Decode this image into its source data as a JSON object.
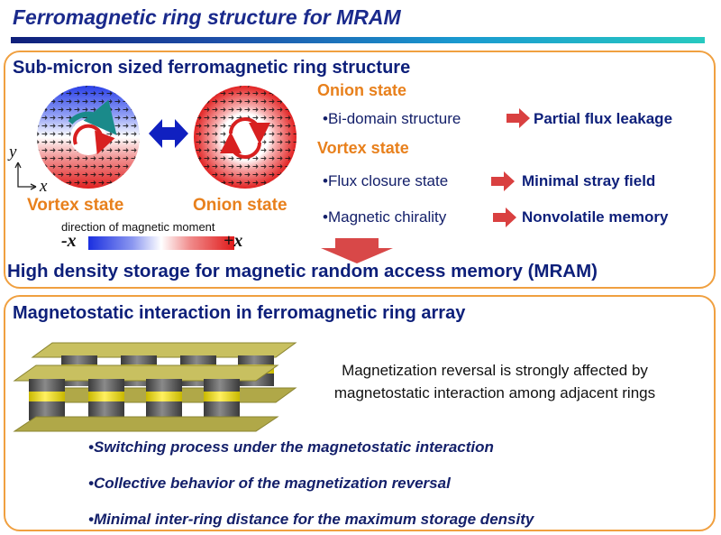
{
  "title": "Ferromagnetic ring structure for MRAM",
  "top": {
    "heading": "Sub-micron sized ferromagnetic ring structure",
    "axis_y": "y",
    "axis_x": "x",
    "vortex_label": "Vortex state",
    "onion_label": "Onion state",
    "colorbar_caption": "direction of magnetic moment",
    "colorbar_min": "-x",
    "colorbar_max": "+x",
    "onion_heading": "Onion state",
    "onion_bullet": "•Bi-domain structure",
    "onion_result": "Partial flux leakage",
    "vortex_heading": "Vortex state",
    "vortex_bullet1": "•Flux closure state",
    "vortex_result1": "Minimal stray field",
    "vortex_bullet2": "•Magnetic chirality",
    "vortex_result2": "Nonvolatile memory",
    "conclusion": "High density storage for magnetic random access memory (MRAM)"
  },
  "bottom": {
    "heading": "Magnetostatic interaction in ferromagnetic ring array",
    "description_line1": "Magnetization reversal is strongly affected by",
    "description_line2": "magnetostatic interaction among adjacent rings",
    "bullets": [
      "•Switching process under the magnetostatic interaction",
      "•Collective behavior of the magnetization reversal",
      "•Minimal inter-ring distance for the maximum storage density"
    ]
  },
  "colors": {
    "title": "#1a2a8c",
    "panel_border": "#f0a040",
    "orange_label": "#e8801c",
    "arrow_red": "#d94040",
    "double_arrow_blue": "#1020c0",
    "plate": "#b8b050",
    "cylinder": "#5a5a5a",
    "band": "#f0e020"
  }
}
